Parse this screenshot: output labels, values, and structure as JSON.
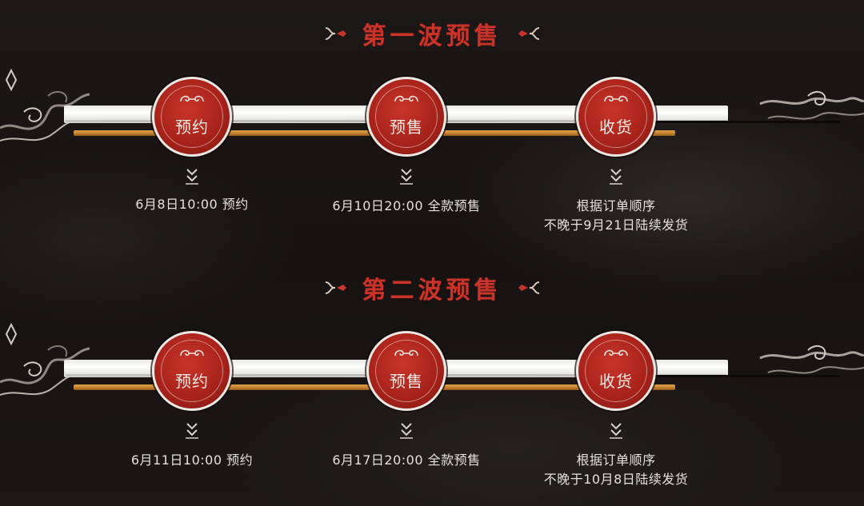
{
  "colors": {
    "accent": "#c9342a",
    "seal": "#a8231b",
    "gold": "#c98a36",
    "background": "#171413",
    "text": "#e4e1dd"
  },
  "icons": {
    "title_ornament": "cloud-ornament-icon",
    "seal_ornament": "cloud-swirl-icon",
    "step_arrow": "double-chevron-down-icon"
  },
  "waves": [
    {
      "title": "第一波预售",
      "steps": [
        {
          "label": "预约",
          "info": [
            "6月8日10:00 预约"
          ]
        },
        {
          "label": "预售",
          "info": [
            "6月10日20:00  全款预售"
          ]
        },
        {
          "label": "收货",
          "info": [
            "根据订单顺序",
            "不晚于9月21日陆续发货"
          ]
        }
      ]
    },
    {
      "title": "第二波预售",
      "steps": [
        {
          "label": "预约",
          "info": [
            "6月11日10:00 预约"
          ]
        },
        {
          "label": "预售",
          "info": [
            "6月17日20:00  全款预售"
          ]
        },
        {
          "label": "收货",
          "info": [
            "根据订单顺序",
            "不晚于10月8日陆续发货"
          ]
        }
      ]
    }
  ]
}
